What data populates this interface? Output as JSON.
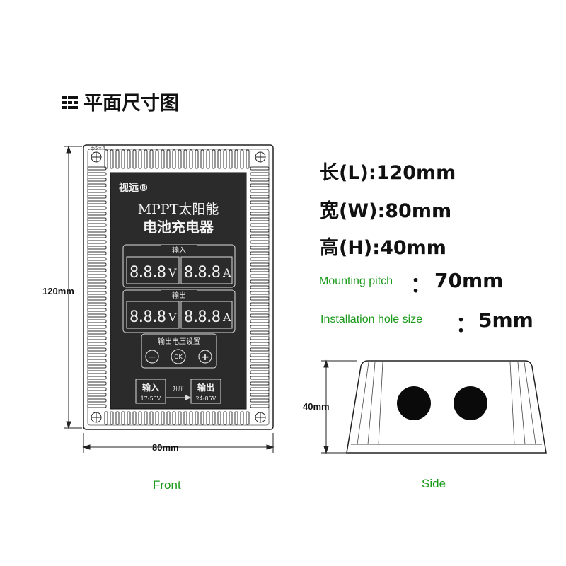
{
  "title": "平面尺寸图",
  "specs": {
    "length": "长(L):120mm",
    "width": "宽(W):80mm",
    "height": "高(H):40mm",
    "mounting_pitch_label": "Mounting pitch",
    "mounting_pitch_colon": "：",
    "mounting_pitch_value": "70mm",
    "hole_size_label": "Installation hole size",
    "hole_size_colon": "：",
    "hole_size_value": "5mm"
  },
  "dimensions": {
    "height_front": "120mm",
    "width_front": "80mm",
    "height_side": "40mm"
  },
  "views": {
    "front": "Front",
    "side": "Side"
  },
  "device": {
    "brand": "视远®",
    "model_line1": "MPPT太阳能",
    "model_line2": "电池充电器",
    "input_header": "输入",
    "output_header": "输出",
    "volt_reading": "8.8.8",
    "amp_reading": "8.8.8",
    "volt_unit": "V",
    "amp_unit": "A",
    "setting_label": "输出电压设置",
    "minus": "−",
    "ok": "OK",
    "plus": "+",
    "in_terminal": "输入",
    "in_range": "17-55V",
    "boost": "升压",
    "out_terminal": "输出",
    "out_range": "24-85V",
    "corner_text": "ф5×4"
  },
  "colors": {
    "panel": "#2a2a2a",
    "accent_green": "#1a9a1a"
  }
}
